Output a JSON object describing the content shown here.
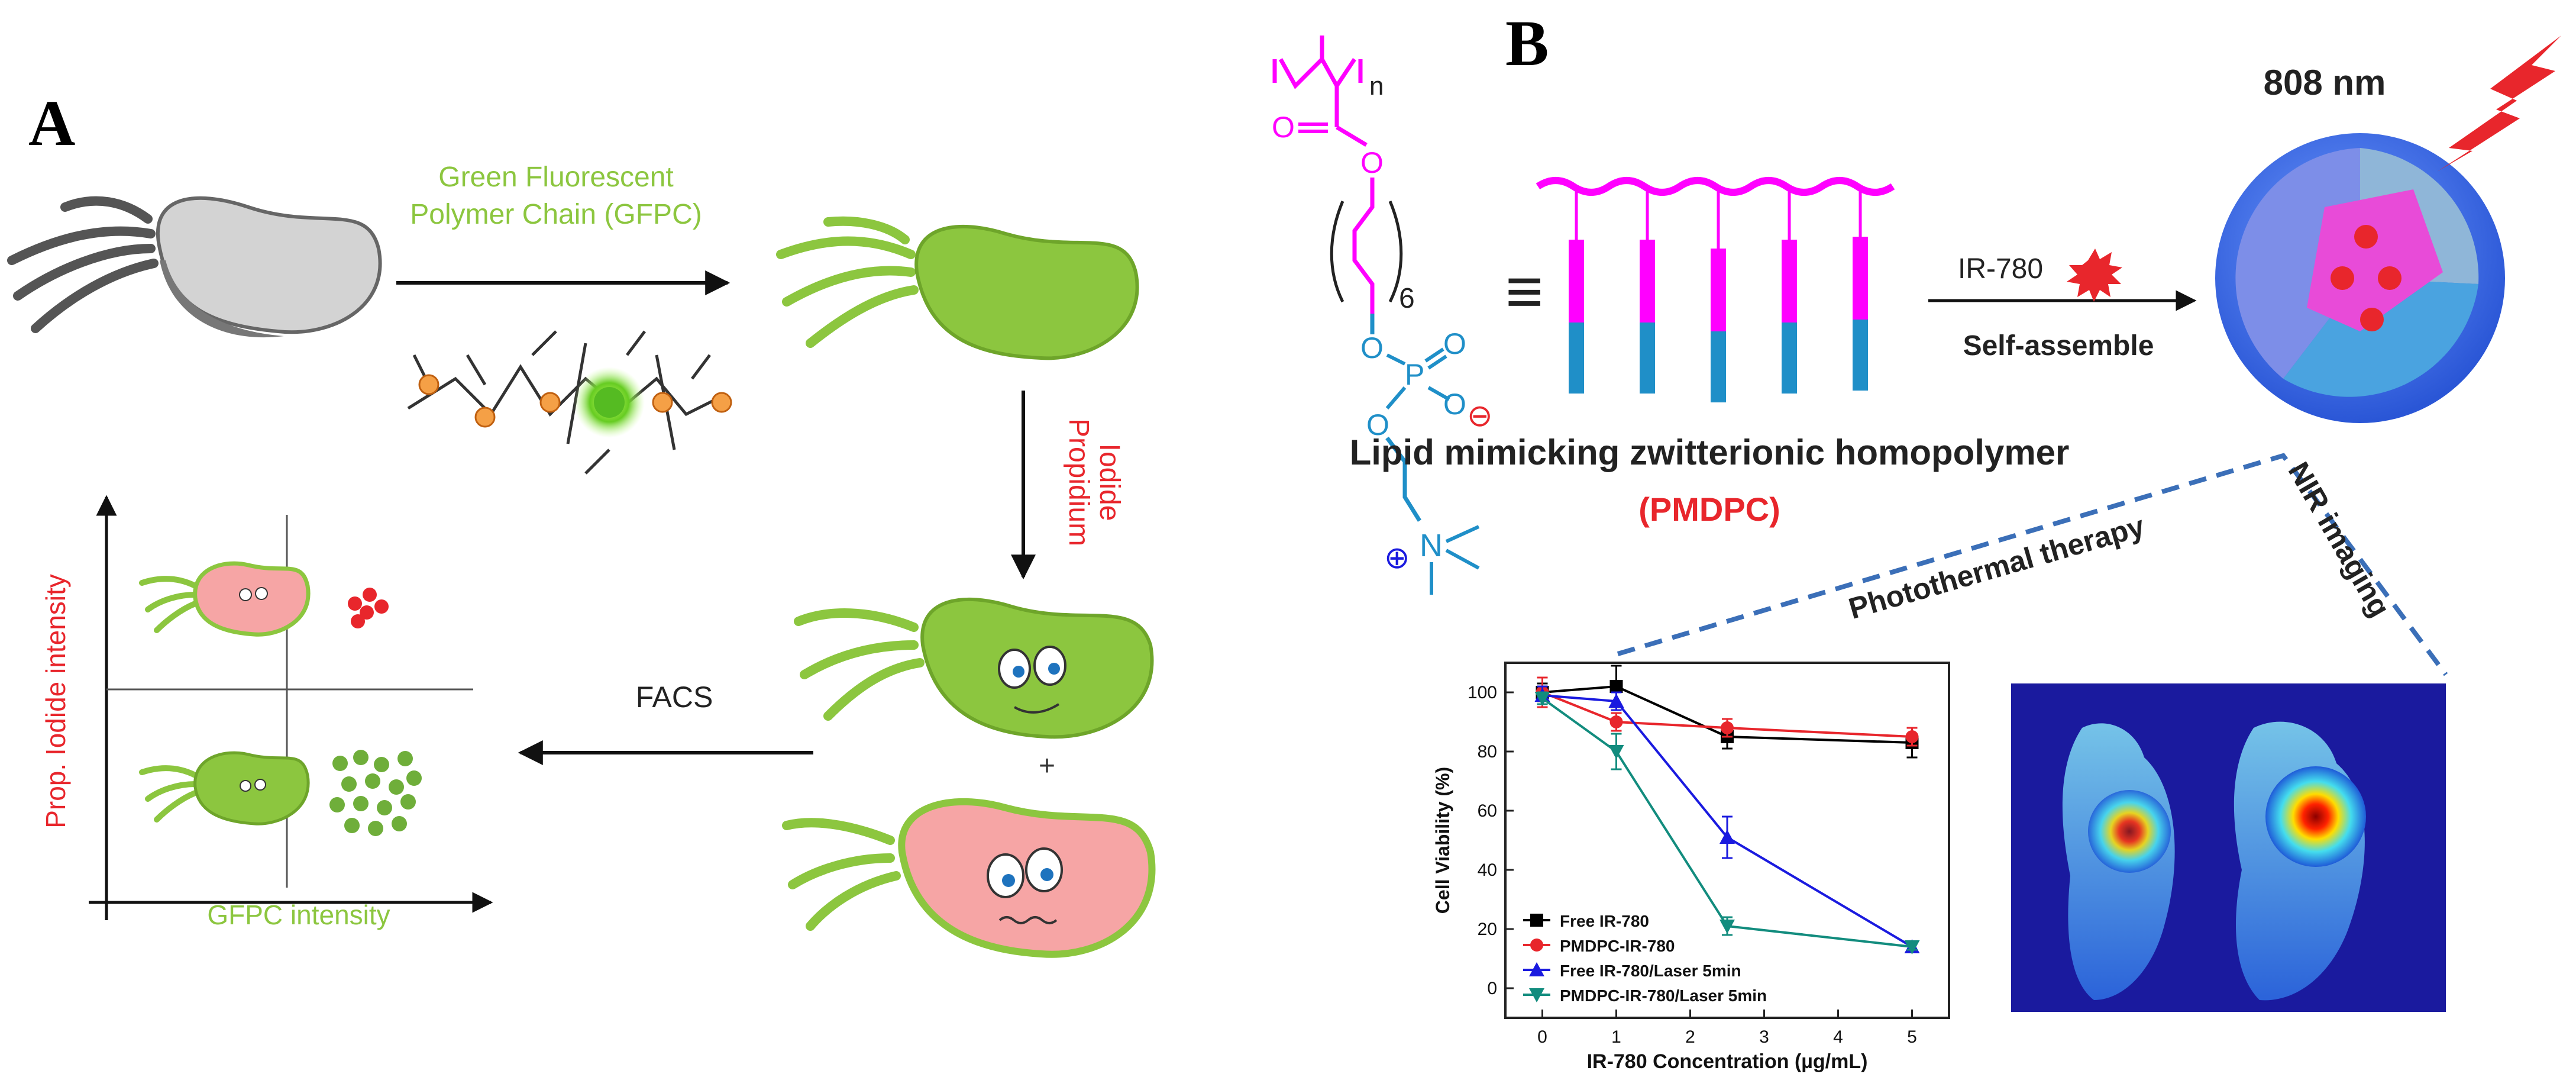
{
  "panel_a": {
    "letter": "A",
    "gfpc_line1": "Green Fluorescent",
    "gfpc_line2": "Polymer Chain (GFPC)",
    "propidium_line1": "Propidium",
    "propidium_line2": "Iodide",
    "facs": "FACS",
    "plus": "+",
    "y_axis": "Prop. Iodide intensity",
    "x_axis": "GFPC intensity",
    "green_color": "#8cc63f",
    "red_color": "#e8262c"
  },
  "panel_b": {
    "letter": "B",
    "n_sub": "n",
    "six_sub": "6",
    "oxygen": "O",
    "phosphorus": "P",
    "nitrogen": "N",
    "minus_charge": "⊖",
    "plus_charge": "⊕",
    "equiv": "≡",
    "ir780": "IR-780",
    "self_assemble": "Self-assemble",
    "lipid_title": "Lipid mimicking zwitterionic homopolymer",
    "pmdpc": "(PMDPC)",
    "wavelength": "808 nm",
    "photothermal": "Photothermal therapy",
    "nir_imaging": "NIR imaging",
    "magenta": "#ff00ff",
    "blue": "#1f8fc8"
  },
  "chart_data": {
    "type": "line",
    "xlabel": "IR-780 Concentration (µg/mL)",
    "ylabel": "Cell Viability (%)",
    "xlim": [
      -0.5,
      5.5
    ],
    "ylim": [
      -10,
      110
    ],
    "x_ticks": [
      0,
      1,
      2,
      3,
      4,
      5
    ],
    "y_ticks": [
      0,
      20,
      40,
      60,
      80,
      100
    ],
    "legend_position": "bottom-left",
    "grid": false,
    "series": [
      {
        "name": "Free IR-780",
        "color": "#000000",
        "marker": "square",
        "x": [
          0,
          1,
          2.5,
          5
        ],
        "y": [
          100,
          102,
          85,
          83
        ],
        "err": [
          3,
          7,
          4,
          5
        ]
      },
      {
        "name": "PMDPC-IR-780",
        "color": "#e8262c",
        "marker": "circle",
        "x": [
          0,
          1,
          2.5,
          5
        ],
        "y": [
          100,
          90,
          88,
          85
        ],
        "err": [
          5,
          3,
          3,
          3
        ]
      },
      {
        "name": "Free IR-780/Laser 5min",
        "color": "#1a1adf",
        "marker": "triangle-up",
        "x": [
          0,
          1,
          2.5,
          5
        ],
        "y": [
          99,
          97,
          51,
          14
        ],
        "err": [
          3,
          3,
          7,
          1
        ]
      },
      {
        "name": "PMDPC-IR-780/Laser 5min",
        "color": "#128c7e",
        "marker": "triangle-down",
        "x": [
          0,
          1,
          2.5,
          5
        ],
        "y": [
          98,
          80,
          21,
          14
        ],
        "err": [
          2,
          6,
          3,
          1
        ]
      }
    ]
  }
}
